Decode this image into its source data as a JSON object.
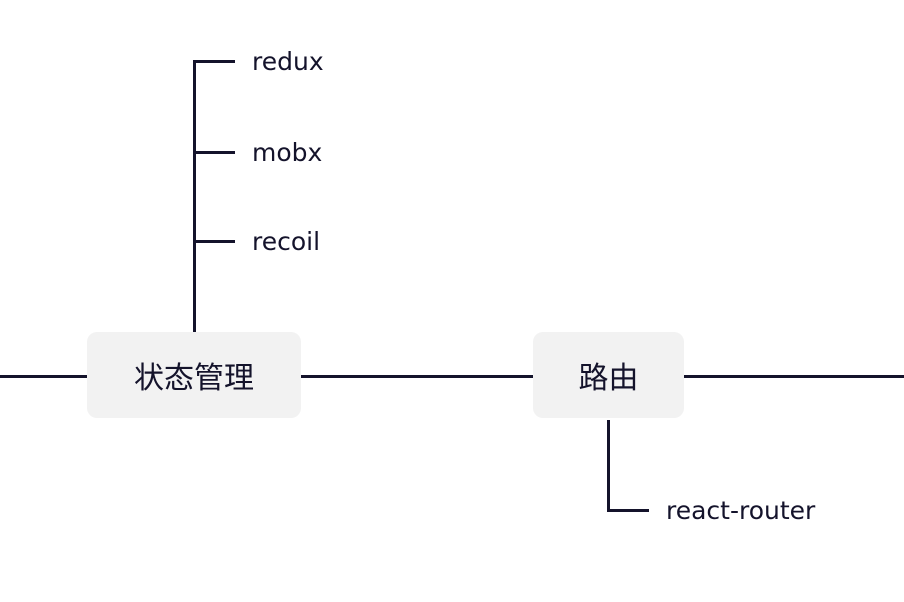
{
  "colors": {
    "line": "#14132b",
    "node_bg": "#f2f2f2",
    "background": "#ffffff"
  },
  "nodes": {
    "state_management": {
      "label": "状态管理",
      "children": [
        "redux",
        "mobx",
        "recoil"
      ]
    },
    "routing": {
      "label": "路由",
      "children": [
        "react-router"
      ]
    }
  }
}
